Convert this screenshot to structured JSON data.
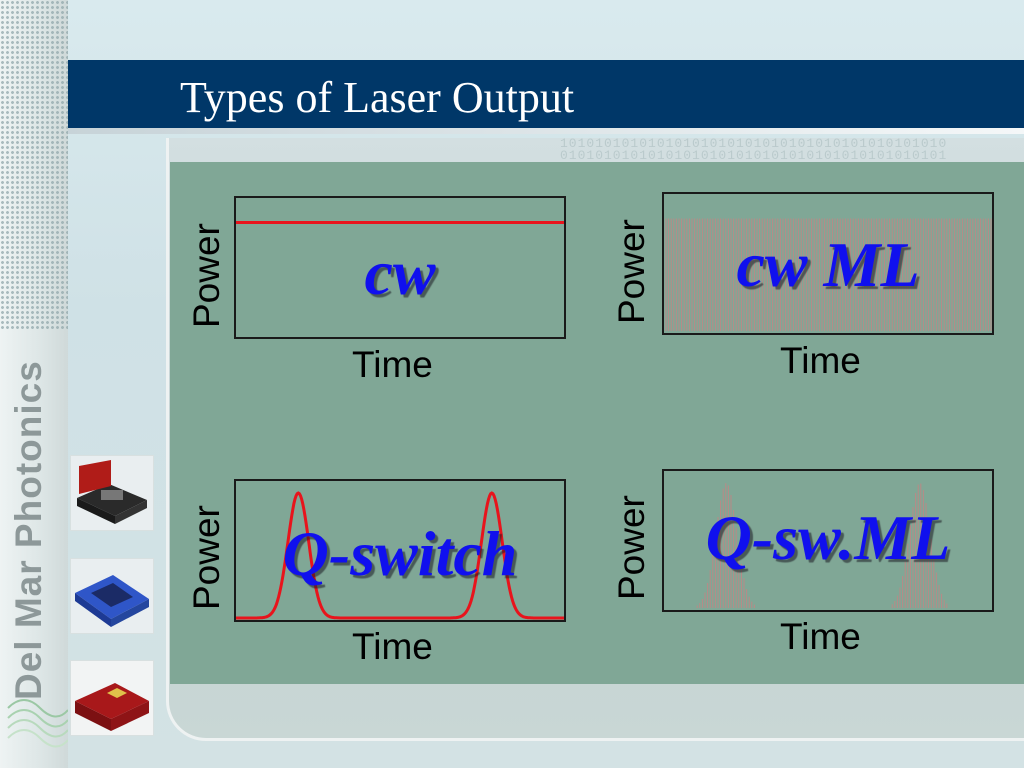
{
  "slide": {
    "title": "Types of Laser Output",
    "brand": "Del Mar Photonics"
  },
  "binary_text": [
    "10101010101010101010101010101010101010101010",
    "01010101010101010101010101010101010101010101"
  ],
  "colors": {
    "header": "#003768",
    "panel": "#80a796",
    "trace": "#e8141c",
    "label": "#1010ee"
  },
  "thumbnails": [
    {
      "name": "red-laser-open-case",
      "color": "#b01c18"
    },
    {
      "name": "blue-laser-open-case",
      "color": "#2f56c8"
    },
    {
      "name": "red-laser-closed-case",
      "color": "#a8181a"
    }
  ],
  "plots": [
    {
      "id": "cw",
      "label": "cw",
      "xlabel": "Time",
      "ylabel": "Power",
      "trace": "constant",
      "level": 0.9
    },
    {
      "id": "cwml",
      "label": "cw ML",
      "xlabel": "Time",
      "ylabel": "Power",
      "trace": "pulse-train",
      "level": 0.9
    },
    {
      "id": "qs",
      "label": "Q-switch",
      "xlabel": "Time",
      "ylabel": "Power",
      "trace": "two-pulses",
      "pulse_centers": [
        0.19,
        0.78
      ]
    },
    {
      "id": "qsml",
      "label": "Q-sw.ML",
      "xlabel": "Time",
      "ylabel": "Power",
      "trace": "gated-pulse-train",
      "pulse_centers": [
        0.19,
        0.78
      ]
    }
  ]
}
